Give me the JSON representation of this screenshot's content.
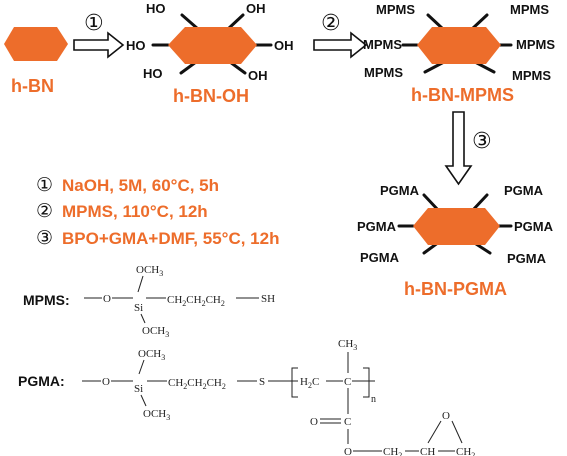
{
  "colors": {
    "accent": "#ed6d2b",
    "ink": "#111111"
  },
  "labels": {
    "hbn": "h-BN",
    "hbn_oh": "h-BN-OH",
    "hbn_mpms": "h-BN-MPMS",
    "hbn_pgma": "h-BN-PGMA"
  },
  "steps": {
    "step1": "①",
    "step2": "②",
    "step3": "③"
  },
  "groups": {
    "oh": "OH",
    "ho": "HO",
    "mpms": "MPMS",
    "pgma": "PGMA"
  },
  "conditions": [
    {
      "num": "①",
      "text": "NaOH, 5M, 60°C, 5h"
    },
    {
      "num": "②",
      "text": "MPMS, 110°C, 12h"
    },
    {
      "num": "③",
      "text": "BPO+GMA+DMF, 55°C, 12h"
    }
  ],
  "structures": {
    "mpms_label": "MPMS:",
    "pgma_label": "PGMA:",
    "o": "O",
    "si": "Si",
    "och3": "OCH",
    "sub3": "3",
    "ch2": "CH",
    "sub2": "2",
    "sh": "SH",
    "s": "S",
    "h2c": "H",
    "c": "C",
    "ch": "CH",
    "ch3": "CH",
    "n": "n"
  }
}
